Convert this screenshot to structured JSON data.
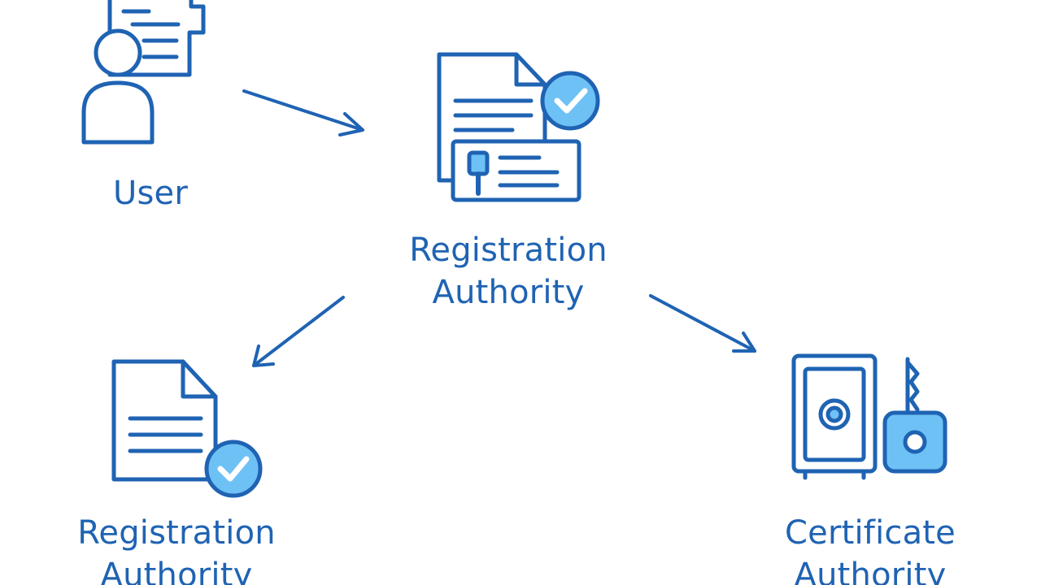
{
  "nodes": {
    "user": {
      "label": "User"
    },
    "registration_authority_top": {
      "label_line1": "Registration",
      "label_line2": "Authority"
    },
    "registration_authority_bottom": {
      "label_line1": "Registration",
      "label_line2": "Authority"
    },
    "certificate_authority": {
      "label_line1": "Certificate",
      "label_line2": "Authority"
    }
  },
  "colors": {
    "stroke": "#1f63b3",
    "accent_fill": "#6ec1f5",
    "background": "#ffffff"
  },
  "icons": {
    "user": "user-with-document-icon",
    "registration_authority_top": "document-with-id-card-and-check-icon",
    "registration_authority_bottom": "document-with-check-icon",
    "certificate_authority": "safe-and-lock-icon"
  }
}
